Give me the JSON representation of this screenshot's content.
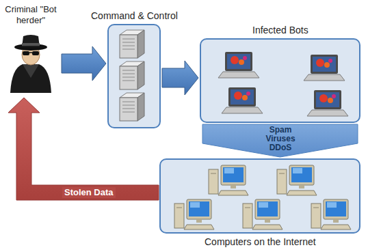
{
  "diagram": {
    "nodes": [
      {
        "text": [
          "Criminal \"Bot herder\""
        ]
      },
      {
        "text": [
          "Command & Control"
        ]
      },
      {
        "text": [
          "Infected Bots"
        ]
      },
      {
        "text": [
          "Computers on the Internet"
        ]
      }
    ],
    "edges": [
      {
        "from": 0,
        "to": 1,
        "arrow": "to"
      },
      {
        "from": 1,
        "to": 2,
        "arrow": "to"
      },
      {
        "from": 2,
        "to": 3,
        "arrow": "to",
        "label": "Spam Viruses DDoS"
      },
      {
        "from": 3,
        "to": 0,
        "arrow": "to",
        "label": "Stolen Data"
      }
    ]
  }
}
